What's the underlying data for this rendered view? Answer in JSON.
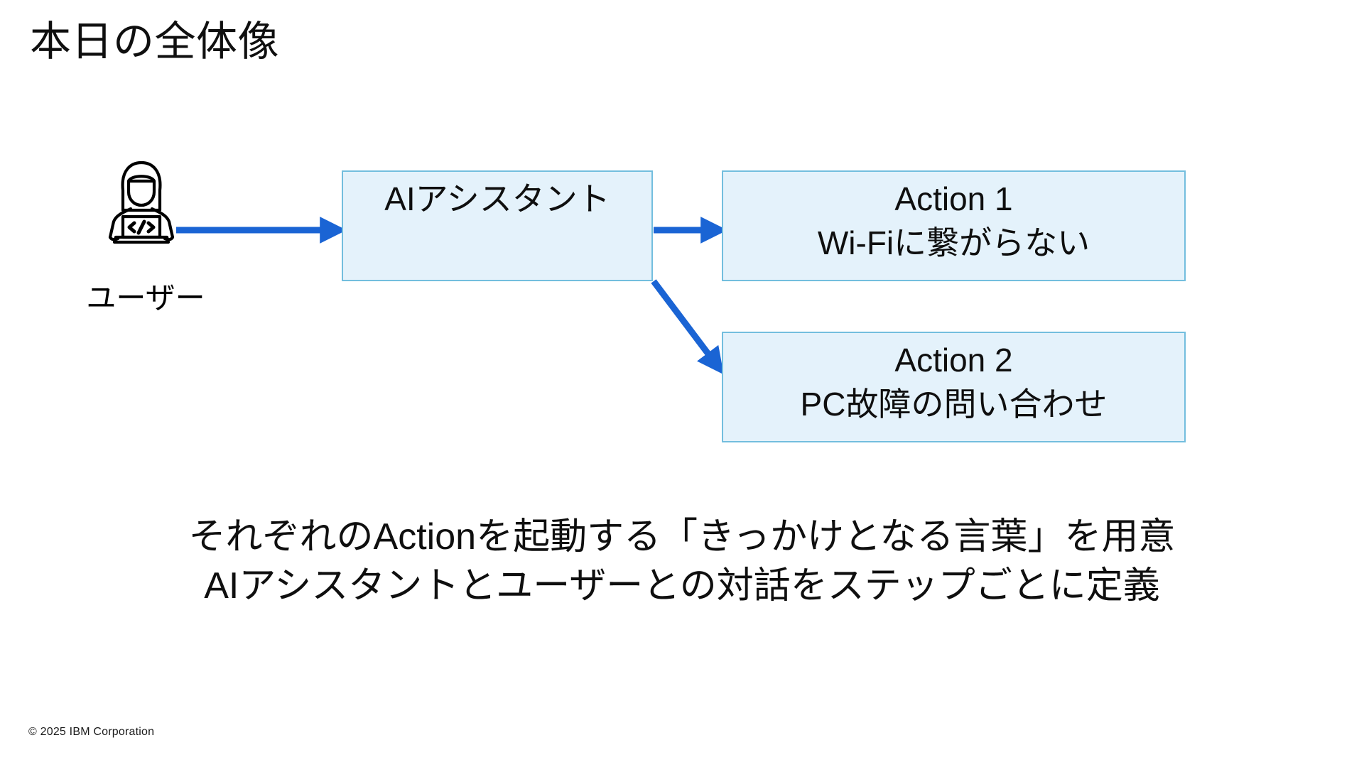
{
  "slide": {
    "title": "本日の全体像",
    "footer": "© 2025 IBM Corporation",
    "background_color": "#ffffff"
  },
  "colors": {
    "box_fill": "#e4f2fb",
    "box_border": "#73bede",
    "arrow": "#1a64d4",
    "text": "#0f0f0f"
  },
  "diagram": {
    "user": {
      "icon": "person-at-laptop-icon",
      "label": "ユーザー"
    },
    "assistant": {
      "label": "AIアシスタント"
    },
    "actions": [
      {
        "title": "Action 1",
        "subtitle": "Wi-Fiに繋がらない"
      },
      {
        "title": "Action 2",
        "subtitle": "PC故障の問い合わせ"
      }
    ],
    "arrows": [
      {
        "name": "user-to-assistant",
        "style": "straight"
      },
      {
        "name": "assistant-to-action1",
        "style": "straight"
      },
      {
        "name": "assistant-to-action2",
        "style": "diagonal"
      }
    ]
  },
  "caption": {
    "line1": "それぞれのActionを起動する「きっかけとなる言葉」を用意",
    "line2": "AIアシスタントとユーザーとの対話をステップごとに定義"
  }
}
